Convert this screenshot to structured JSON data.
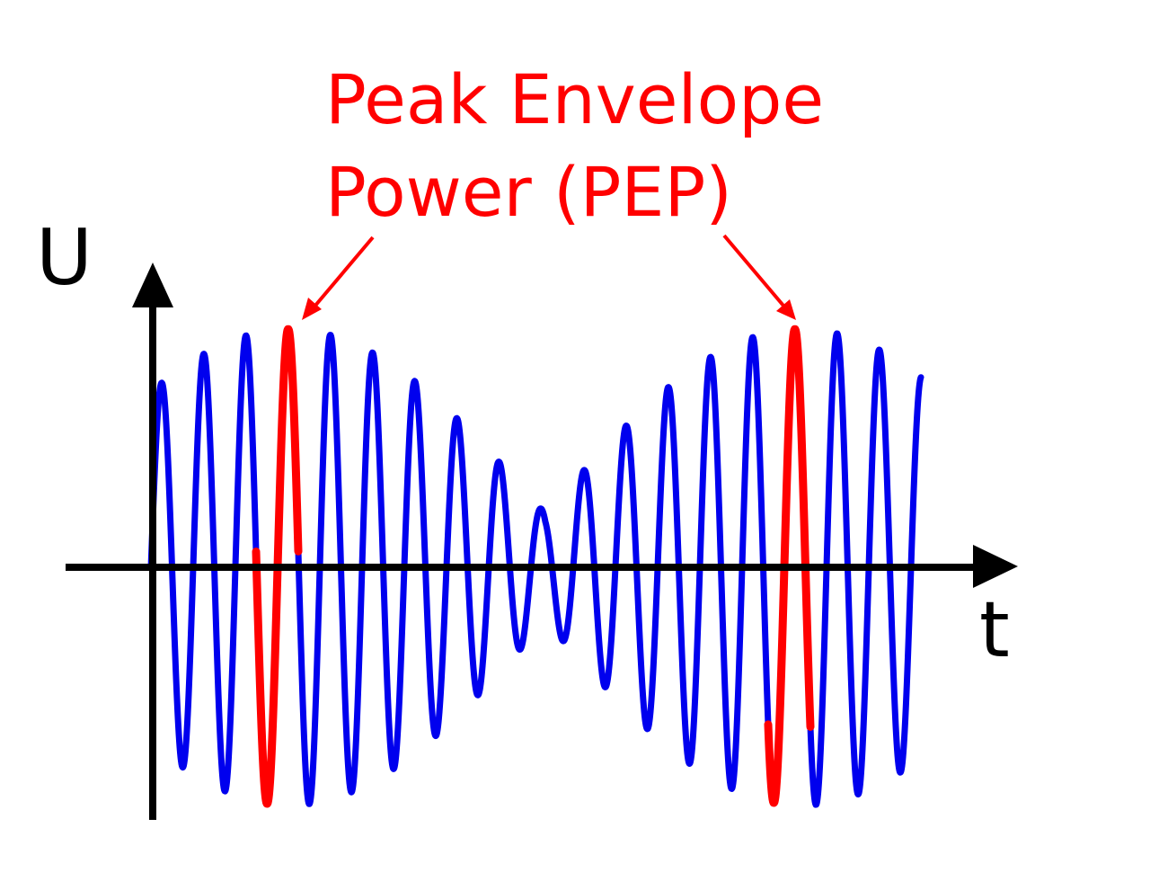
{
  "title": {
    "line1": "Peak Envelope",
    "line2": "Power (PEP)"
  },
  "axes": {
    "y_label": "U",
    "x_label": "t"
  },
  "colors": {
    "signal": "#0000ee",
    "highlight": "#ff0000",
    "axis": "#000000",
    "annotation": "#ff0000"
  }
}
